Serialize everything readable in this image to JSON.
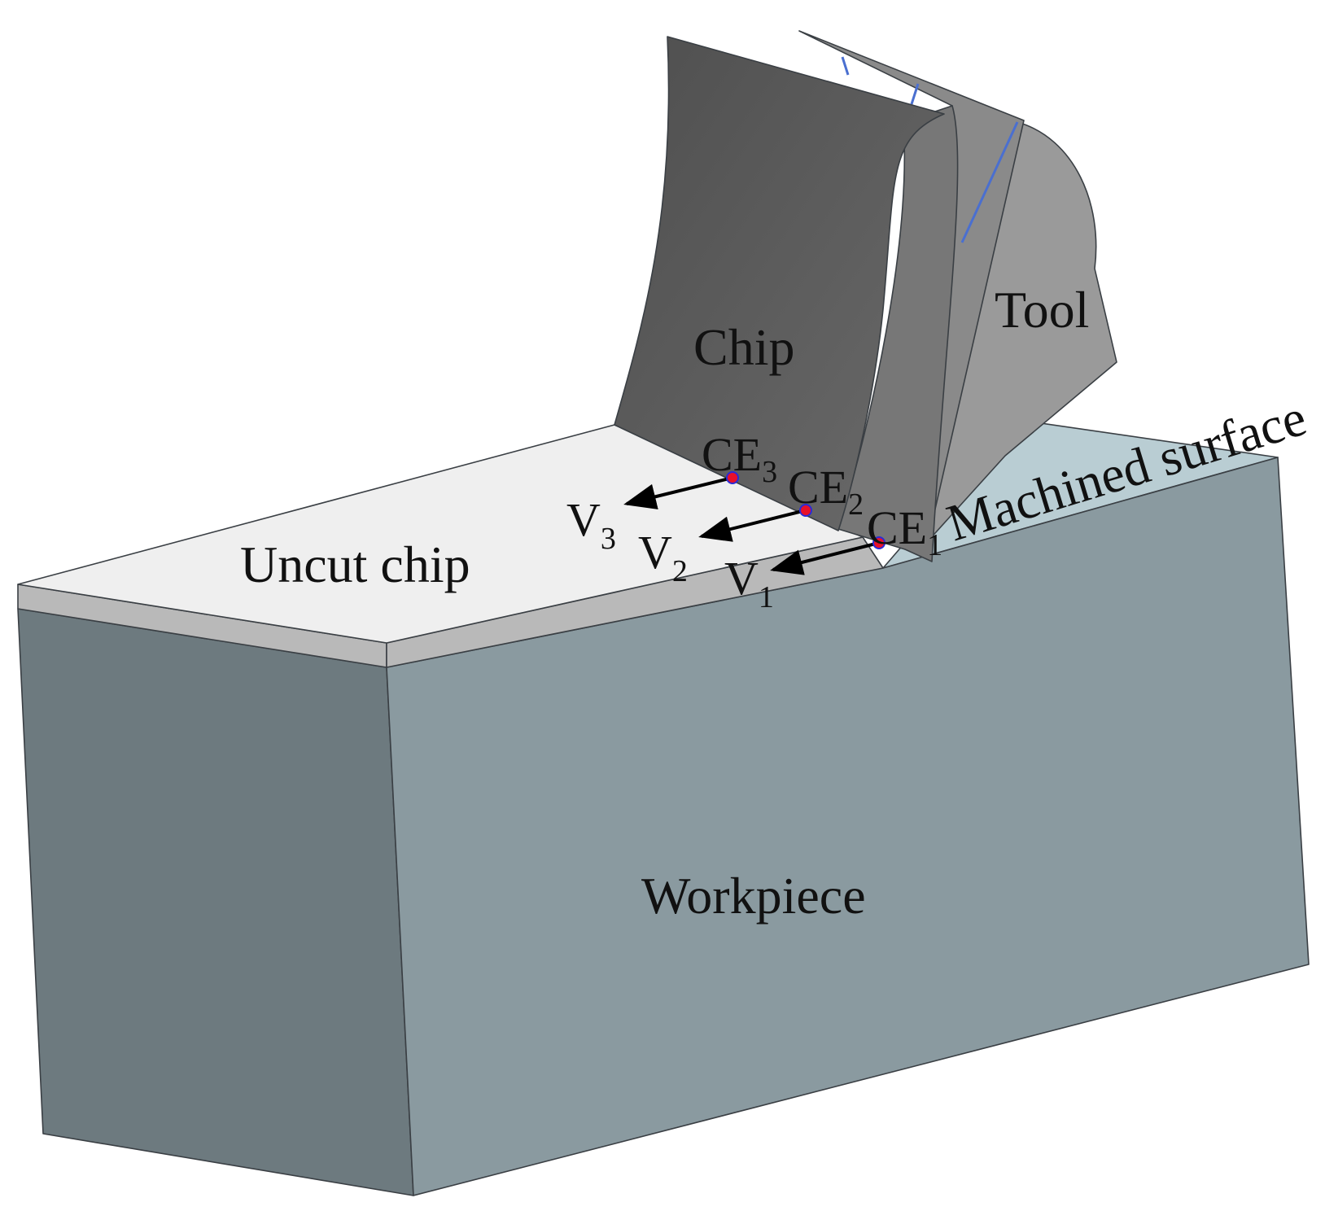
{
  "labels": {
    "chip": "Chip",
    "tool": "Tool",
    "uncut_chip": "Uncut chip",
    "machined_surface": "Machined surface",
    "workpiece": "Workpiece"
  },
  "points": [
    {
      "main": "CE",
      "sub": "1"
    },
    {
      "main": "CE",
      "sub": "2"
    },
    {
      "main": "CE",
      "sub": "3"
    }
  ],
  "velocities": [
    {
      "main": "V",
      "sub": "1"
    },
    {
      "main": "V",
      "sub": "2"
    },
    {
      "main": "V",
      "sub": "3"
    }
  ],
  "colors": {
    "workpiece_front": "#8a9aa0",
    "workpiece_left": "#6d7a7f",
    "uncut_top": "#efefef",
    "uncut_side": "#b9b9b9",
    "machined_surface": "#b9cdd3",
    "chip_face": "#5f5f5f",
    "tool_face": "#9a9a9a",
    "point_fill": "#e8102a",
    "point_stroke": "#2b2bd6",
    "tool_edge_line": "#4a6fd0"
  }
}
